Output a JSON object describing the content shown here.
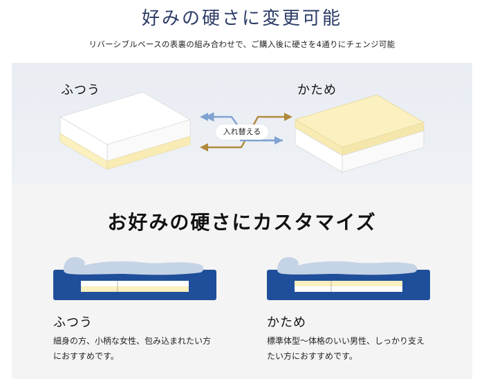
{
  "header": {
    "title": "好みの硬さに変更可能",
    "subtitle": "リバーシブルベースの表裏の組み合わせで、ご購入後に硬さを4通りにチェンジ可能"
  },
  "swap": {
    "left_label": "ふつう",
    "right_label": "かため",
    "center_label": "入れ替える"
  },
  "customize": {
    "title": "お好みの硬さにカスタマイズ",
    "options": [
      {
        "label": "ふつう",
        "description_line1": "細身の方、小柄な女性、包み込まれたい方",
        "description_line2": "におすすめです。"
      },
      {
        "label": "かため",
        "description_line1": "標準体型〜体格のいい男性、しっかり支え",
        "description_line2": "たい方におすすめです。"
      }
    ]
  },
  "colors": {
    "title_navy": "#2b3b66",
    "mattress_blue": "#1f4f9a",
    "cream": "#fbf0bf",
    "arrow_blue": "#7fa3d1",
    "arrow_gold": "#b08a3c"
  }
}
